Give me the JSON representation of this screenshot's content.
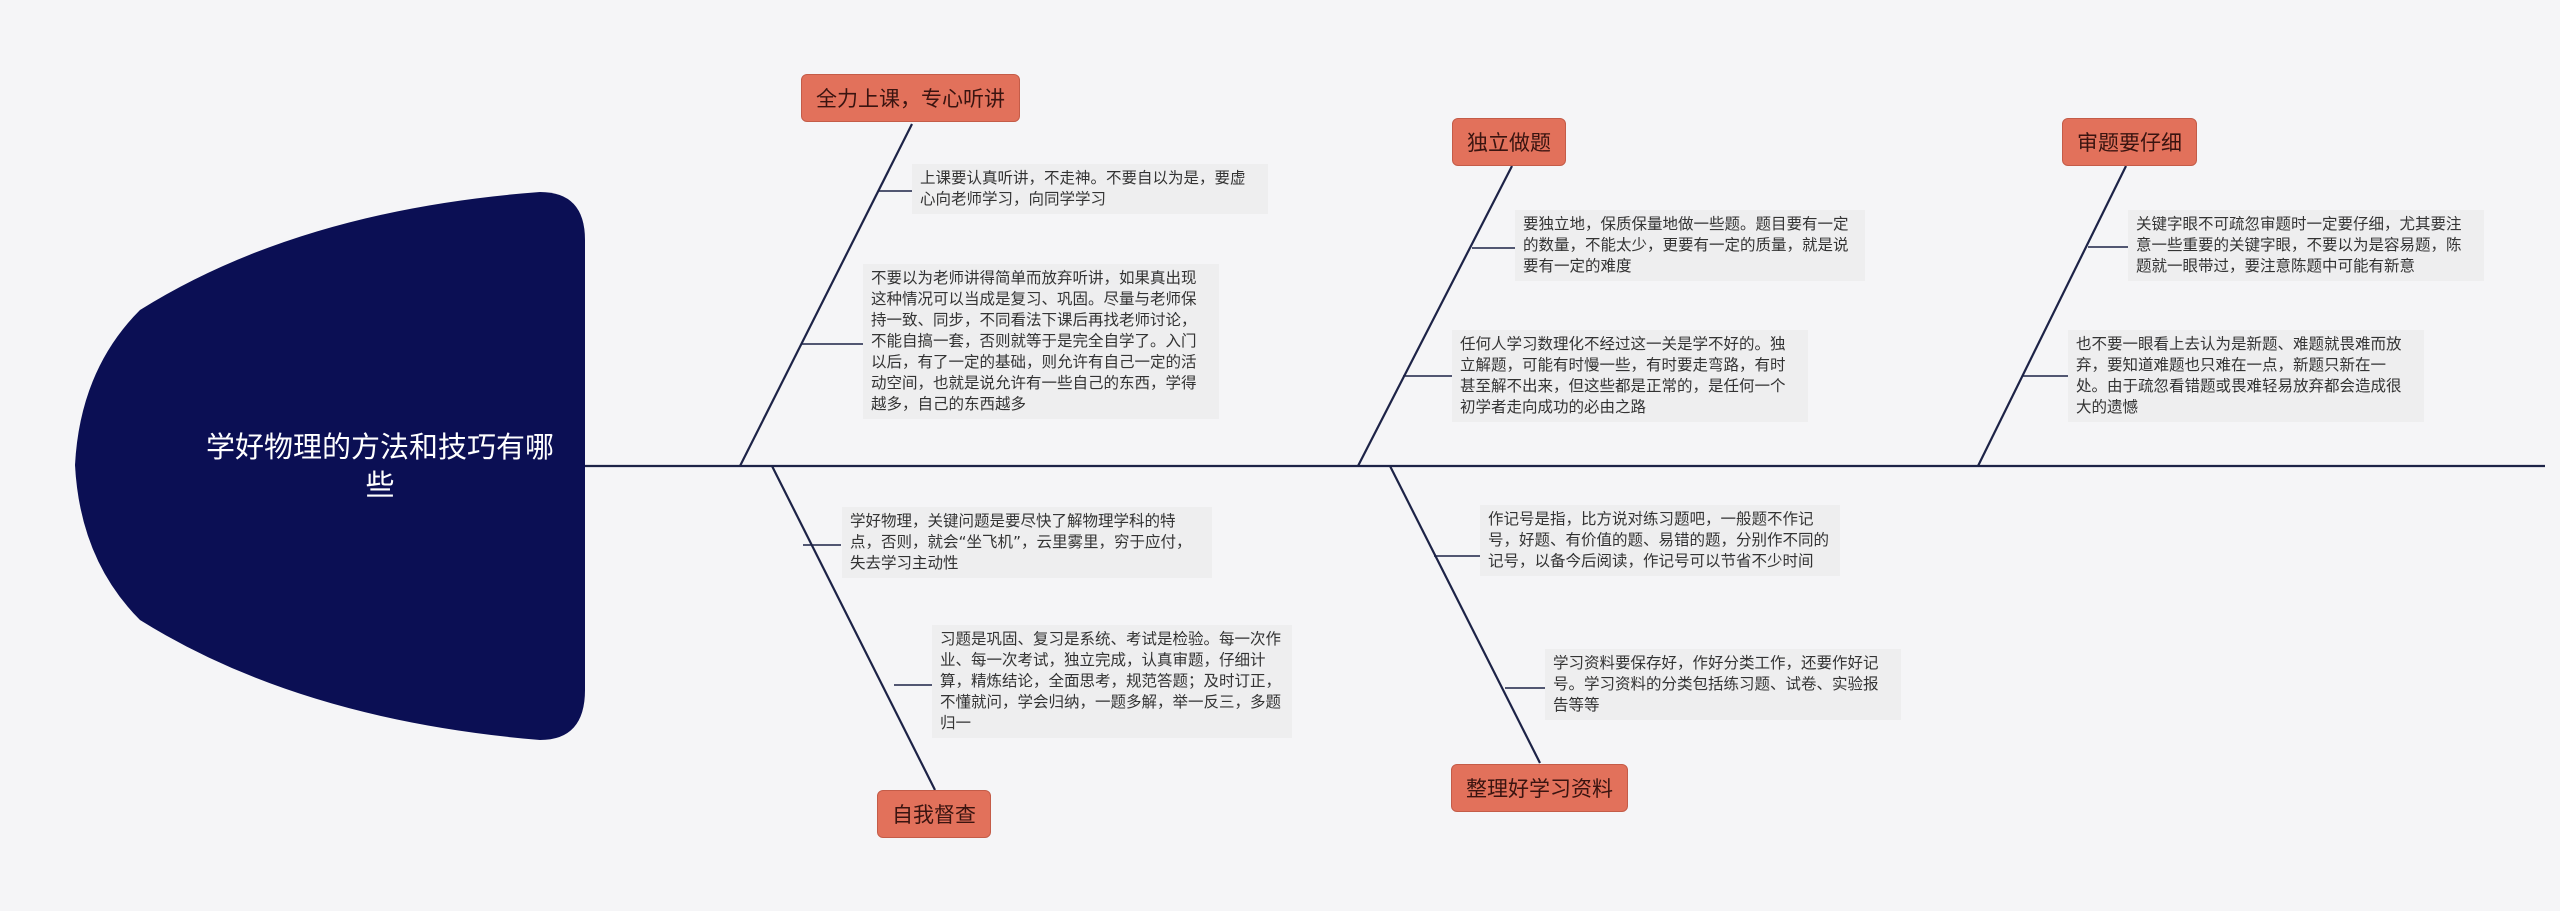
{
  "diagram": {
    "title": "学好物理的方法和技巧有哪些",
    "colors": {
      "head": "#0b0f54",
      "topic": "#e2715b",
      "spine": "#1d2347",
      "note_bg": "#eeeeef"
    },
    "topics": [
      {
        "label": "全力上课，专心听讲",
        "notes": [
          "上课要认真听讲，不走神。不要自以为是，要虚心向老师学习，向同学学习",
          "不要以为老师讲得简单而放弃听讲，如果真出现这种情况可以当成是复习、巩固。尽量与老师保持一致、同步，不同看法下课后再找老师讨论，不能自搞一套，否则就等于是完全自学了。入门以后，有了一定的基础，则允许有自己一定的活动空间，也就是说允许有一些自己的东西，学得越多，自己的东西越多"
        ]
      },
      {
        "label": "自我督查",
        "notes": [
          "学好物理，关键问题是要尽快了解物理学科的特点，否则，就会“坐飞机”，云里雾里，穷于应付，失去学习主动性",
          "习题是巩固、复习是系统、考试是检验。每一次作业、每一次考试，独立完成，认真审题，仔细计算，精炼结论，全面思考，规范答题；及时订正，不懂就问，学会归纳，一题多解，举一反三，多题归一"
        ]
      },
      {
        "label": "独立做题",
        "notes": [
          "要独立地，保质保量地做一些题。题目要有一定的数量，不能太少，更要有一定的质量，就是说要有一定的难度",
          "任何人学习数理化不经过这一关是学不好的。独立解题，可能有时慢一些，有时要走弯路，有时甚至解不出来，但这些都是正常的，是任何一个初学者走向成功的必由之路"
        ]
      },
      {
        "label": "整理好学习资料",
        "notes": [
          "作记号是指，比方说对练习题吧，一般题不作记号，好题、有价值的题、易错的题，分别作不同的记号，以备今后阅读，作记号可以节省不少时间",
          "学习资料要保存好，作好分类工作，还要作好记号。学习资料的分类包括练习题、试卷、实验报告等等"
        ]
      },
      {
        "label": "审题要仔细",
        "notes": [
          "关键字眼不可疏忽审题时一定要仔细，尤其要注意一些重要的关键字眼，不要以为是容易题，陈题就一眼带过，要注意陈题中可能有新意",
          "也不要一眼看上去认为是新题、难题就畏难而放弃，要知道难题也只难在一点，新题只新在一处。由于疏忽看错题或畏难轻易放弃都会造成很大的遗憾"
        ]
      }
    ]
  }
}
